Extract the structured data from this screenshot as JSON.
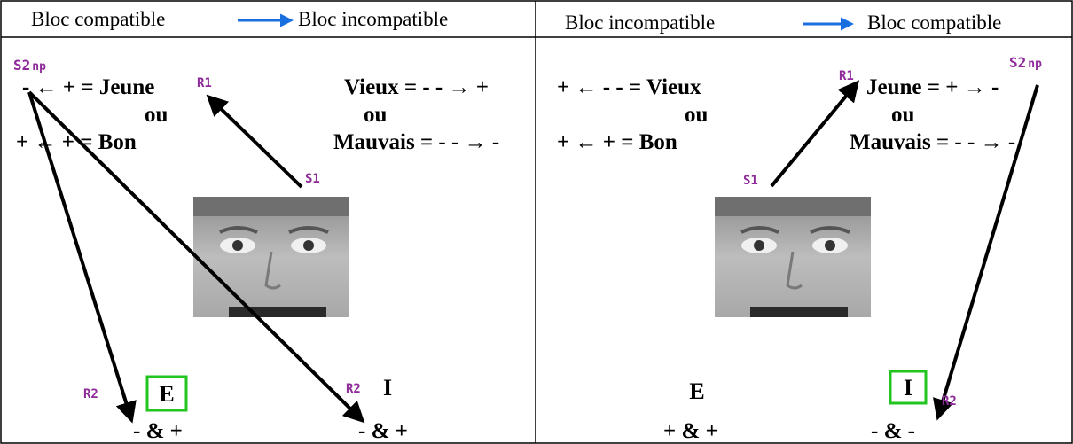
{
  "colors": {
    "line": "#000000",
    "header_arrow": "#1a6fe0",
    "label": "#8e2a9a",
    "box": "#22c51f",
    "face_bg": "#9a9a9a"
  },
  "panels": [
    {
      "header": {
        "from": "Bloc compatible",
        "to": "Bloc incompatible"
      },
      "s2": "S2",
      "np": "np",
      "r1": "R1",
      "s1": "S1",
      "left_row1": "- ← + = Jeune",
      "left_ou": "ou",
      "left_row3": "+ ← + = Bon",
      "right_row1": "Vieux = - - → +",
      "right_ou": "ou",
      "right_row3": "Mauvais = - - → -",
      "r2_left": "R2",
      "resp_left_letter": "E",
      "resp_left_sign": "- & +",
      "r2_right": "R2",
      "resp_right_letter": "I",
      "resp_right_sign": "- & +",
      "face_icon": "face-photo-icon"
    },
    {
      "header": {
        "from": "Bloc incompatible",
        "to": "Bloc compatible"
      },
      "s2": "S2",
      "np": "np",
      "r1": "R1",
      "s1": "S1",
      "left_row1": "+ ← - - = Vieux",
      "left_ou": "ou",
      "left_row3": "+ ← + = Bon",
      "right_row1": "Jeune = + → -",
      "right_ou": "ou",
      "right_row3": "Mauvais = - - → -",
      "resp_left_letter": "E",
      "resp_left_sign": "+ & +",
      "r2_right": "R2",
      "resp_right_letter": "I",
      "resp_right_sign": "- & -",
      "face_icon": "face-photo-icon"
    }
  ]
}
